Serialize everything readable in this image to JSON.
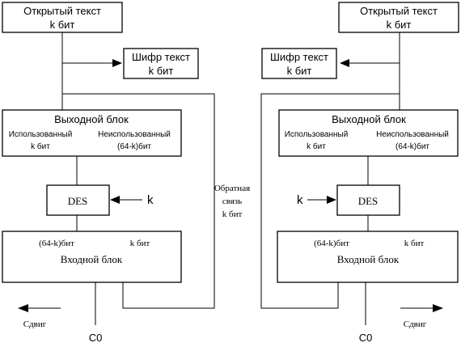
{
  "diagram": {
    "left": {
      "plaintext_line1": "Открытый текст",
      "plaintext_line2": "k бит",
      "cipher_line1": "Шифр текст",
      "cipher_line2": "k бит",
      "output_block_title": "Выходной блок",
      "used_line1": "Использованный",
      "used_line2": "k бит",
      "unused_line1": "Неиспользованный",
      "unused_line2": "(64-k)бит",
      "des_label": "DES",
      "key_label": "k",
      "input_field_a": "(64-k)бит",
      "input_field_b": "k бит",
      "input_block_title": "Входной блок",
      "shift_label": "Сдвиг",
      "c0_label": "C0"
    },
    "feedback": {
      "line1": "Обратная",
      "line2": "связь",
      "line3": "k бит"
    },
    "right": {
      "plaintext_line1": "Открытый текст",
      "plaintext_line2": "k бит",
      "cipher_line1": "Шифр текст",
      "cipher_line2": "k бит",
      "output_block_title": "Выходной блок",
      "used_line1": "Использованный",
      "used_line2": "k бит",
      "unused_line1": "Неиспользованный",
      "unused_line2": "(64-k)бит",
      "des_label": "DES",
      "key_label": "k",
      "input_field_a": "(64-k)бит",
      "input_field_b": "k бит",
      "input_block_title": "Входной блок",
      "shift_label": "Сдвиг",
      "c0_label": "C0"
    }
  }
}
